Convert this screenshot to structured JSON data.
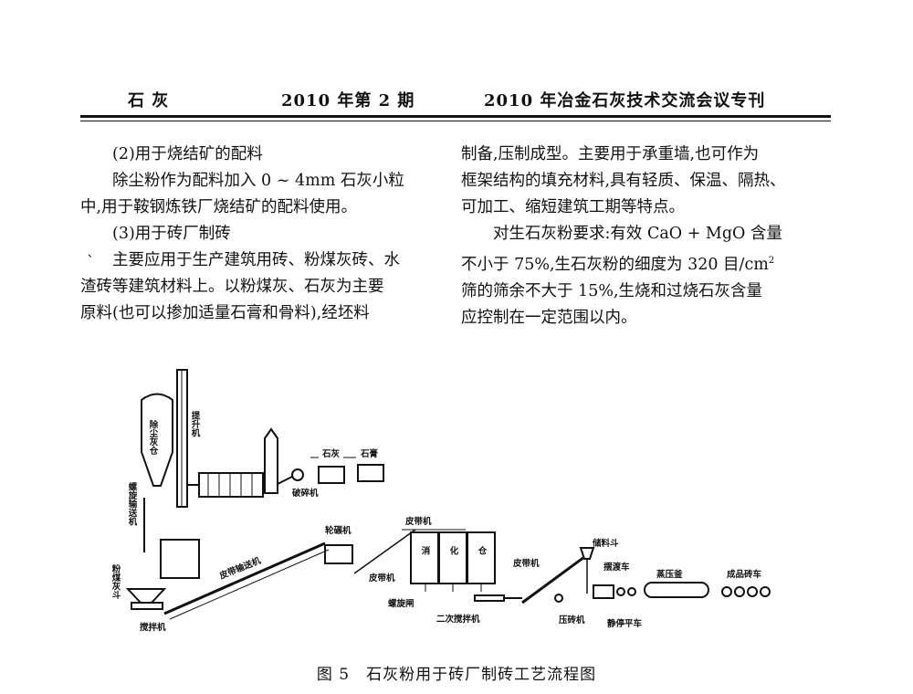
{
  "header": {
    "journal": "石 灰",
    "issue": "2010 年第 2 期",
    "special": "2010 年冶金石灰技术交流会议专刊"
  },
  "left_column": {
    "p1": "(2)用于烧结矿的配料",
    "p2a": "除尘粉作为配料加入 0 ~ 4mm 石灰小粒",
    "p2b": "中,用于鞍钢炼铁厂烧结矿的配料使用。",
    "p3": "(3)用于砖厂制砖",
    "p4a": "主要应用于生产建筑用砖、粉煤灰砖、水",
    "p4b": "渣砖等建筑材料上。以粉煤灰、石灰为主要",
    "p4c": "原料(也可以掺加适量石膏和骨料),经坯料"
  },
  "right_column": {
    "p1a": "制备,压制成型。主要用于承重墙,也可作为",
    "p1b": "框架结构的填充材料,具有轻质、保温、隔热、",
    "p1c": "可加工、缩短建筑工期等特点。",
    "p2a": "对生石灰粉要求:有效 CaO + MgO 含量",
    "p2b_pre": "不小于 75%,生石灰粉的细度为 320 目/cm",
    "p2b_sup": "2",
    "p2c": "筛的筛余不大于 15%,生烧和过烧石灰含量",
    "p2d": "应控制在一定范围以内。"
  },
  "stray_mark": "、",
  "diagram": {
    "silo": "除尘灰仓",
    "elevator": "提升机",
    "screw_conveyor": "螺旋输送机",
    "lime": "石灰",
    "gypsum": "石膏",
    "crusher": "破碎机",
    "fly_ash_hopper": "粉煤灰斗",
    "mixer": "搅拌机",
    "belt_conveyor_long": "皮带输送机",
    "wheel_mill": "轮碾机",
    "belt1": "皮带机",
    "belt2": "皮带机",
    "belt3": "皮带机",
    "silo_label": "消化仓",
    "screw": "螺旋闸",
    "second_mixer": "二次搅拌机",
    "storage_hopper": "储料斗",
    "transfer_car": "摆渡车",
    "autoclave": "蒸压釜",
    "finished_car": "成品砖车",
    "press": "压砖机",
    "parking_car": "静停平车"
  },
  "caption": "图 5　石灰粉用于砖厂制砖工艺流程图"
}
